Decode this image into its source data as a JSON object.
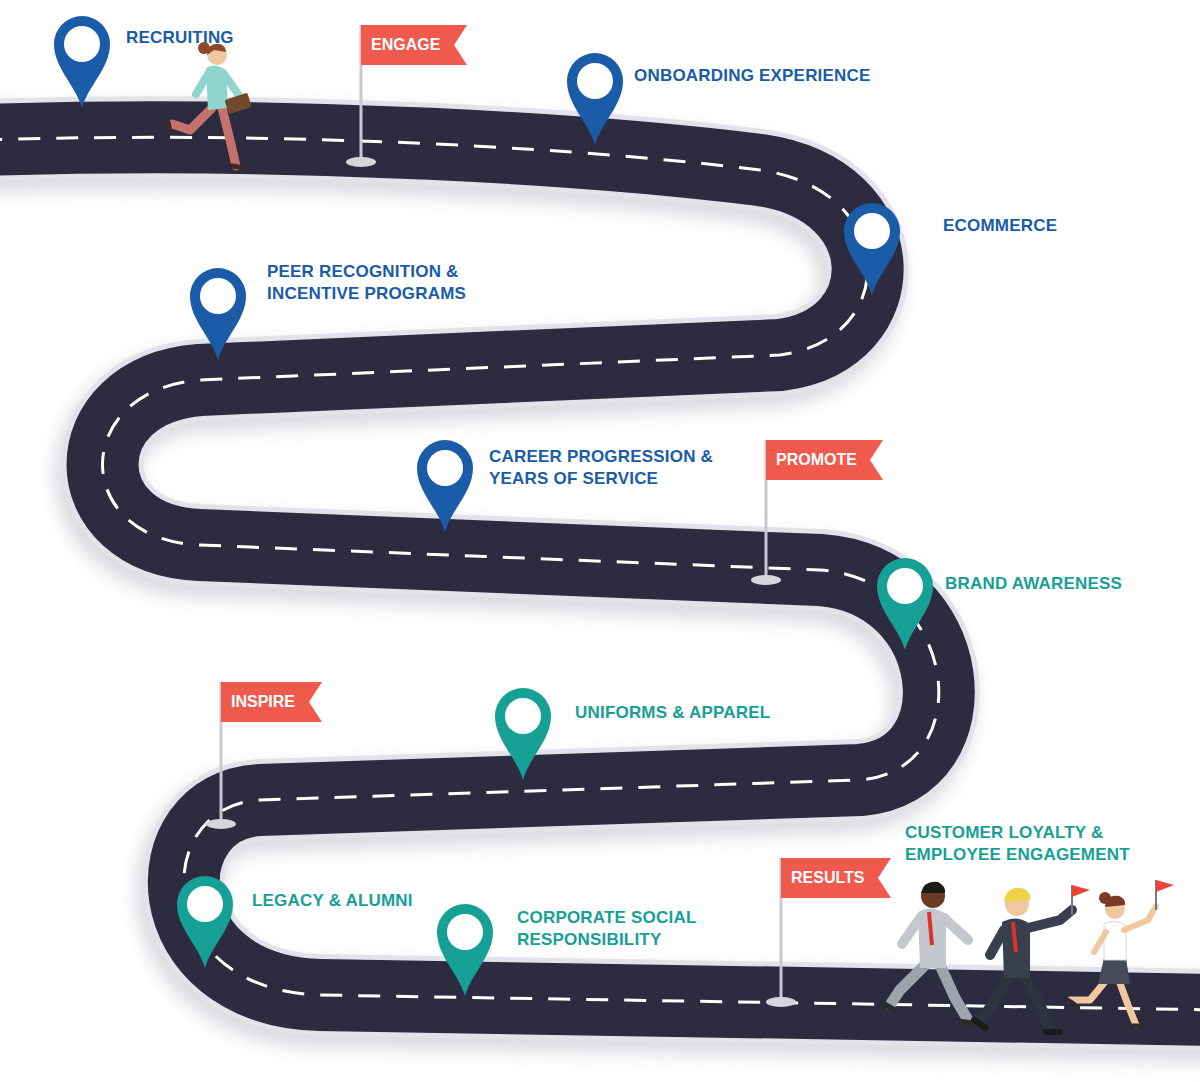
{
  "diagram": {
    "nodes": [
      {
        "text": [
          "ENGAGE"
        ]
      },
      {
        "text": [
          "PROMOTE"
        ]
      },
      {
        "text": [
          "INSPIRE"
        ]
      },
      {
        "text": [
          "RESULTS"
        ]
      }
    ],
    "labels": [
      "RECRUITING",
      "ONBOARDING EXPERIENCE",
      "ECOMMERCE",
      "PEER RECOGNITION & INCENTIVE PROGRAMS",
      "CAREER PROGRESSION & YEARS OF SERVICE",
      "BRAND AWARENESS",
      "UNIFORMS & APPAREL",
      "LEGACY & ALUMNI",
      "CORPORATE SOCIAL RESPONSIBILITY",
      "CUSTOMER LOYALTY & EMPLOYEE ENGAGEMENT"
    ]
  }
}
